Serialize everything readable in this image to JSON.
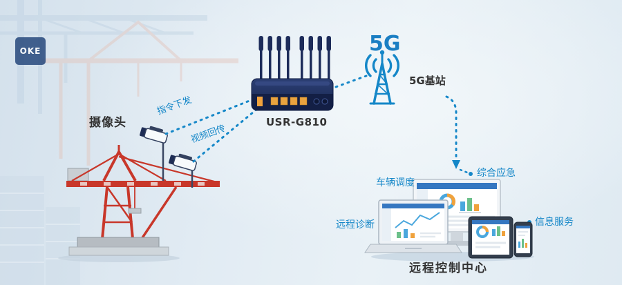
{
  "colors": {
    "accent_blue": "#1587c8",
    "fiveg_blue": "#1a7ec3",
    "text_dark": "#333333",
    "crane_red": "#c8372a",
    "router_navy": "#1b2a5e",
    "port_orange": "#f0a23c"
  },
  "background_logo": "OKE",
  "camera": {
    "label": "摄像头"
  },
  "links": {
    "command": "指令下发",
    "video": "视频回传"
  },
  "router": {
    "model": "USR-G810"
  },
  "tower": {
    "tech": "5G",
    "station": "5G基站"
  },
  "control_center": {
    "title": "远程控制中心",
    "services": [
      {
        "label": "车辆调度"
      },
      {
        "label": "综合应急"
      },
      {
        "label": "远程诊断"
      },
      {
        "label": "信息服务"
      }
    ]
  }
}
